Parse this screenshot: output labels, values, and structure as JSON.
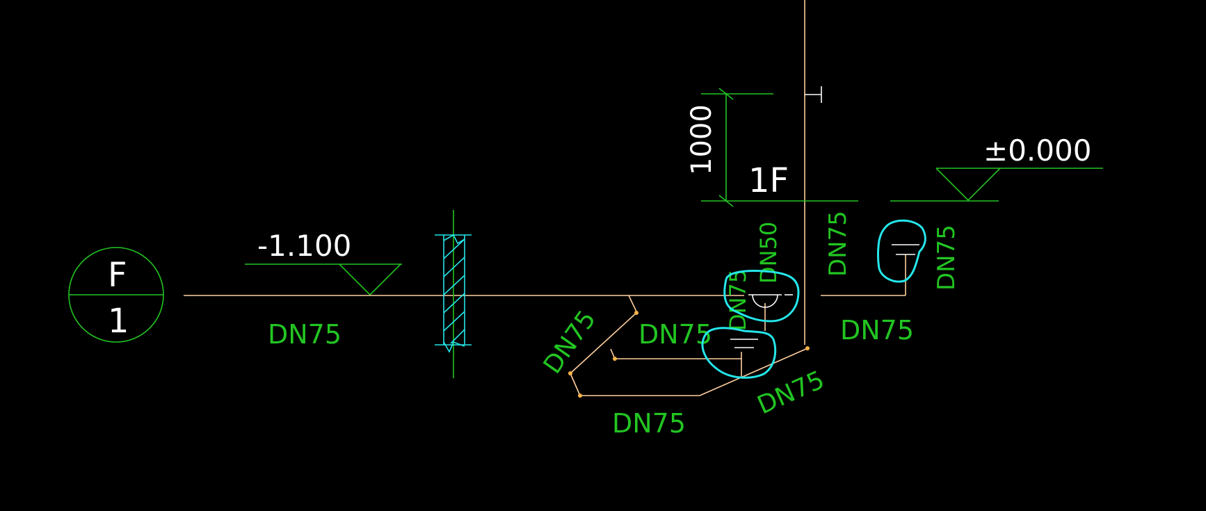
{
  "drawing": {
    "background_color": "#000000",
    "pipe_color": "#ffcf9f",
    "text_green": "#22c522",
    "text_white": "#ffffff",
    "markup_color": "#25e6ea",
    "axis_label": {
      "top": "F",
      "bottom": "1"
    },
    "elevations": {
      "left": "-1.100",
      "right": "±0.000"
    },
    "dimension": "1000",
    "floor_label": "1F",
    "pipe_labels": {
      "main_left": "DN75",
      "diag_left": "DN75",
      "middle": "DN75",
      "bottom": "DN75",
      "bottom_right": "DN75",
      "vertical_1": "DN75",
      "vertical_2": "DN50",
      "right_vertical": "DN75",
      "right_horizontal": "DN75",
      "far_right_vertical": "DN75"
    },
    "icons": {
      "axis_bubble": "axis-bubble-icon",
      "elevation_marker": "elevation-triangle-icon",
      "wall_break": "wall-break-hatch-icon",
      "floor_drain": "floor-drain-icon",
      "cleanout": "cleanout-icon",
      "markup_cloud": "markup-cloud-icon"
    }
  }
}
